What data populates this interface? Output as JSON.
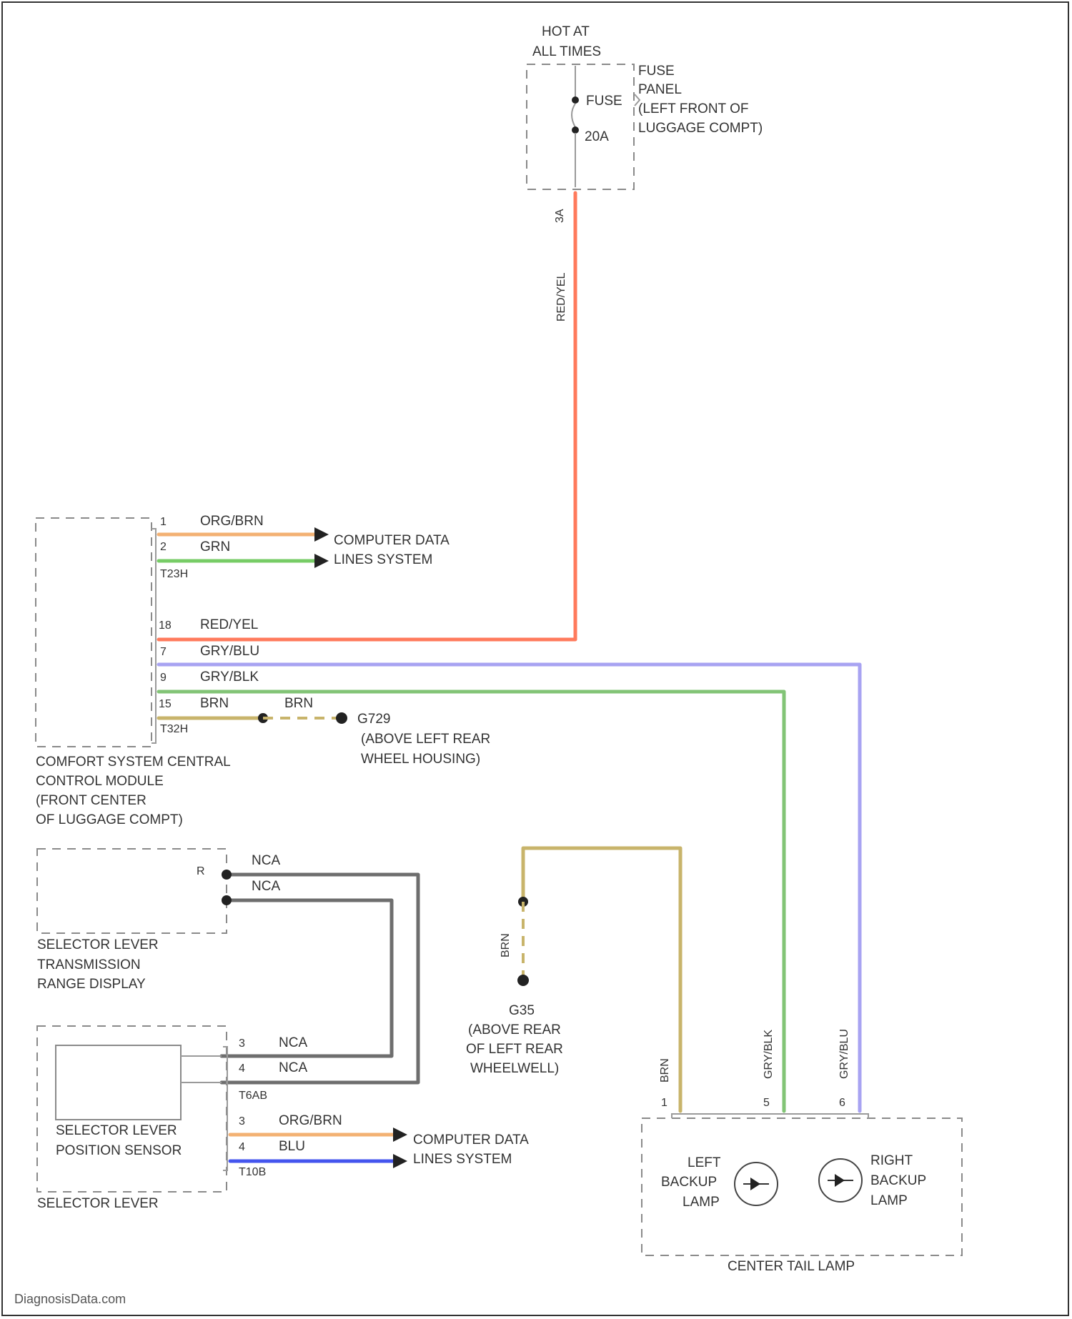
{
  "power": {
    "hot_line1": "HOT AT",
    "hot_line2": "ALL TIMES",
    "fuse_label": "FUSE",
    "fuse_rating": "20A",
    "panel_line1": "FUSE",
    "panel_line2": "PANEL",
    "panel_line3": "(LEFT FRONT OF",
    "panel_line4": "LUGGAGE COMPT)",
    "terminal": "3A",
    "wire_color": "RED/YEL"
  },
  "ccm": {
    "name_line1": "COMFORT SYSTEM CENTRAL",
    "name_line2": "CONTROL MODULE",
    "name_line3": "(FRONT CENTER",
    "name_line4": "OF LUGGAGE COMPT)",
    "connector_a": "T23H",
    "connector_b": "T32H",
    "pins": [
      {
        "pin": "1",
        "wire": "ORG/BRN"
      },
      {
        "pin": "2",
        "wire": "GRN"
      },
      {
        "pin": "18",
        "wire": "RED/YEL"
      },
      {
        "pin": "7",
        "wire": "GRY/BLU"
      },
      {
        "pin": "9",
        "wire": "GRY/BLK"
      },
      {
        "pin": "15",
        "wire": "BRN"
      }
    ],
    "data_line1": "COMPUTER DATA",
    "data_line2": "LINES SYSTEM",
    "ground_wire": "BRN",
    "ground_name": "G729",
    "ground_loc1": "(ABOVE LEFT REAR",
    "ground_loc2": "WHEEL HOUSING)"
  },
  "range_display": {
    "pin": "R",
    "line1": "SELECTOR LEVER",
    "line2": "TRANSMISSION",
    "line3": "RANGE DISPLAY",
    "wire1": "NCA",
    "wire2": "NCA"
  },
  "selector": {
    "sensor_line1": "SELECTOR LEVER",
    "sensor_line2": "POSITION SENSOR",
    "outer_label": "SELECTOR LEVER",
    "connector_a": "T6AB",
    "connector_b": "T10B",
    "pins": [
      {
        "pin": "3",
        "wire": "NCA"
      },
      {
        "pin": "4",
        "wire": "NCA"
      },
      {
        "pin": "3",
        "wire": "ORG/BRN"
      },
      {
        "pin": "4",
        "wire": "BLU"
      }
    ],
    "data_line1": "COMPUTER DATA",
    "data_line2": "LINES SYSTEM"
  },
  "ground2": {
    "wire": "BRN",
    "name": "G35",
    "loc1": "(ABOVE REAR",
    "loc2": "OF LEFT REAR",
    "loc3": "WHEELWELL)"
  },
  "tail_lamp": {
    "name": "CENTER TAIL LAMP",
    "left1": "LEFT",
    "left2": "BACKUP",
    "left3": "LAMP",
    "right1": "RIGHT",
    "right2": "BACKUP",
    "right3": "LAMP",
    "pins": [
      {
        "pin": "1",
        "wire": "BRN"
      },
      {
        "pin": "5",
        "wire": "GRY/BLK"
      },
      {
        "pin": "6",
        "wire": "GRY/BLU"
      }
    ]
  },
  "watermark": "DiagnosisData.com",
  "colors": {
    "red_yel": "#ff7a5c",
    "org_brn": "#f3b173",
    "grn": "#77cc66",
    "gry_blu": "#a8a3f2",
    "brn": "#c8b46b",
    "nca": "#6e6e6e",
    "blu": "#4455ee"
  }
}
